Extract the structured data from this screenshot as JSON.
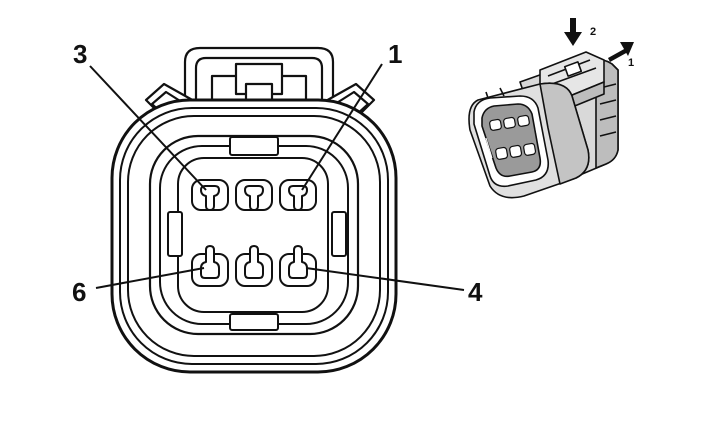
{
  "diagram": {
    "pin_callouts": [
      {
        "label": "3"
      },
      {
        "label": "1"
      },
      {
        "label": "6"
      },
      {
        "label": "4"
      }
    ],
    "direction_arrows": [
      {
        "label": "2",
        "icon": "arrow-down-icon"
      },
      {
        "label": "1",
        "icon": "arrow-up-right-icon"
      }
    ],
    "colors": {
      "line": "#111111",
      "fill": "#ffffff",
      "shade": "#bdbdbd",
      "shade_dark": "#8f8f8f"
    }
  }
}
